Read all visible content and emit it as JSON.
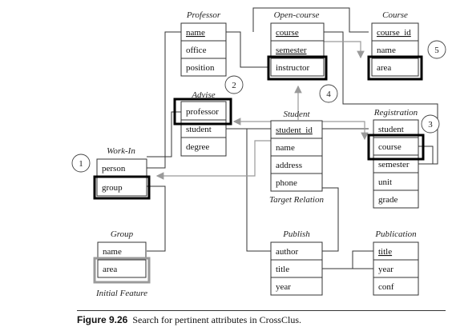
{
  "tables": {
    "professor": {
      "title": "Professor",
      "attrs": [
        "name",
        "office",
        "position"
      ]
    },
    "open_course": {
      "title": "Open-course",
      "attrs": [
        "course",
        "semester",
        "instructor"
      ]
    },
    "course": {
      "title": "Course",
      "attrs": [
        "course_id",
        "name",
        "area"
      ]
    },
    "advise": {
      "title": "Advise",
      "attrs": [
        "professor",
        "student",
        "degree"
      ]
    },
    "student": {
      "title": "Student",
      "attrs": [
        "student_id",
        "name",
        "address",
        "phone"
      ],
      "note": "Target Relation"
    },
    "registration": {
      "title": "Registration",
      "attrs": [
        "student",
        "course",
        "semester",
        "unit",
        "grade"
      ]
    },
    "work_in": {
      "title": "Work-In",
      "attrs": [
        "person",
        "group"
      ]
    },
    "group": {
      "title": "Group",
      "attrs": [
        "name",
        "area"
      ],
      "note": "Initial Feature"
    },
    "publish": {
      "title": "Publish",
      "attrs": [
        "author",
        "title",
        "year"
      ]
    },
    "publication": {
      "title": "Publication",
      "attrs": [
        "title",
        "year",
        "conf"
      ]
    }
  },
  "steps": [
    "1",
    "2",
    "3",
    "4",
    "5"
  ],
  "caption": {
    "label": "Figure 9.26",
    "text": "Search for pertinent attributes in CrossClus."
  }
}
